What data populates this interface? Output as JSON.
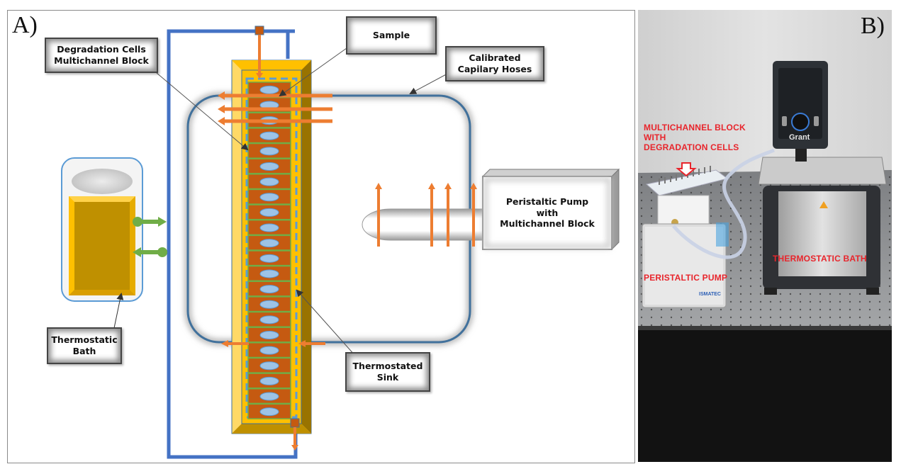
{
  "figure": {
    "panel_a": {
      "letter": "A)",
      "callouts": {
        "degradation_block": "Degradation Cells\nMultichannel Block",
        "sample": "Sample",
        "capillary_hoses": "Calibrated\nCapilary Hoses",
        "peristaltic_pump": "Peristaltic Pump\nwith\nMultichannel Block",
        "thermostatic_bath": "Thermostatic\nBath",
        "thermostated_sink": "Thermostated\nSink"
      },
      "cell_count": 22,
      "colors": {
        "loop_blue": "#4472c4",
        "hose_blue": "#41719c",
        "arrow_orange": "#ed7d31",
        "cell_brown": "#c55a11",
        "cell_border_green": "#70ad47",
        "sample_blue": "#9dc3e6",
        "block_gold": "#ffc000",
        "block_light": "#ffd966",
        "block_dark": "#997300",
        "bath_gold": "#bf9000",
        "flow_green": "#70ad47"
      }
    },
    "panel_b": {
      "letter": "B)",
      "labels": {
        "multichannel_block": "MULTICHANNEL BLOCK\nWITH\nDEGRADATION CELLS",
        "peristaltic_pump": "PERISTALTIC PUMP",
        "thermostatic_bath": "THERMOSTATIC BATH"
      },
      "brands": {
        "bath_brand": "Grant",
        "pump_brand": "ISMATEC"
      },
      "label_color": "#e8252c"
    }
  }
}
